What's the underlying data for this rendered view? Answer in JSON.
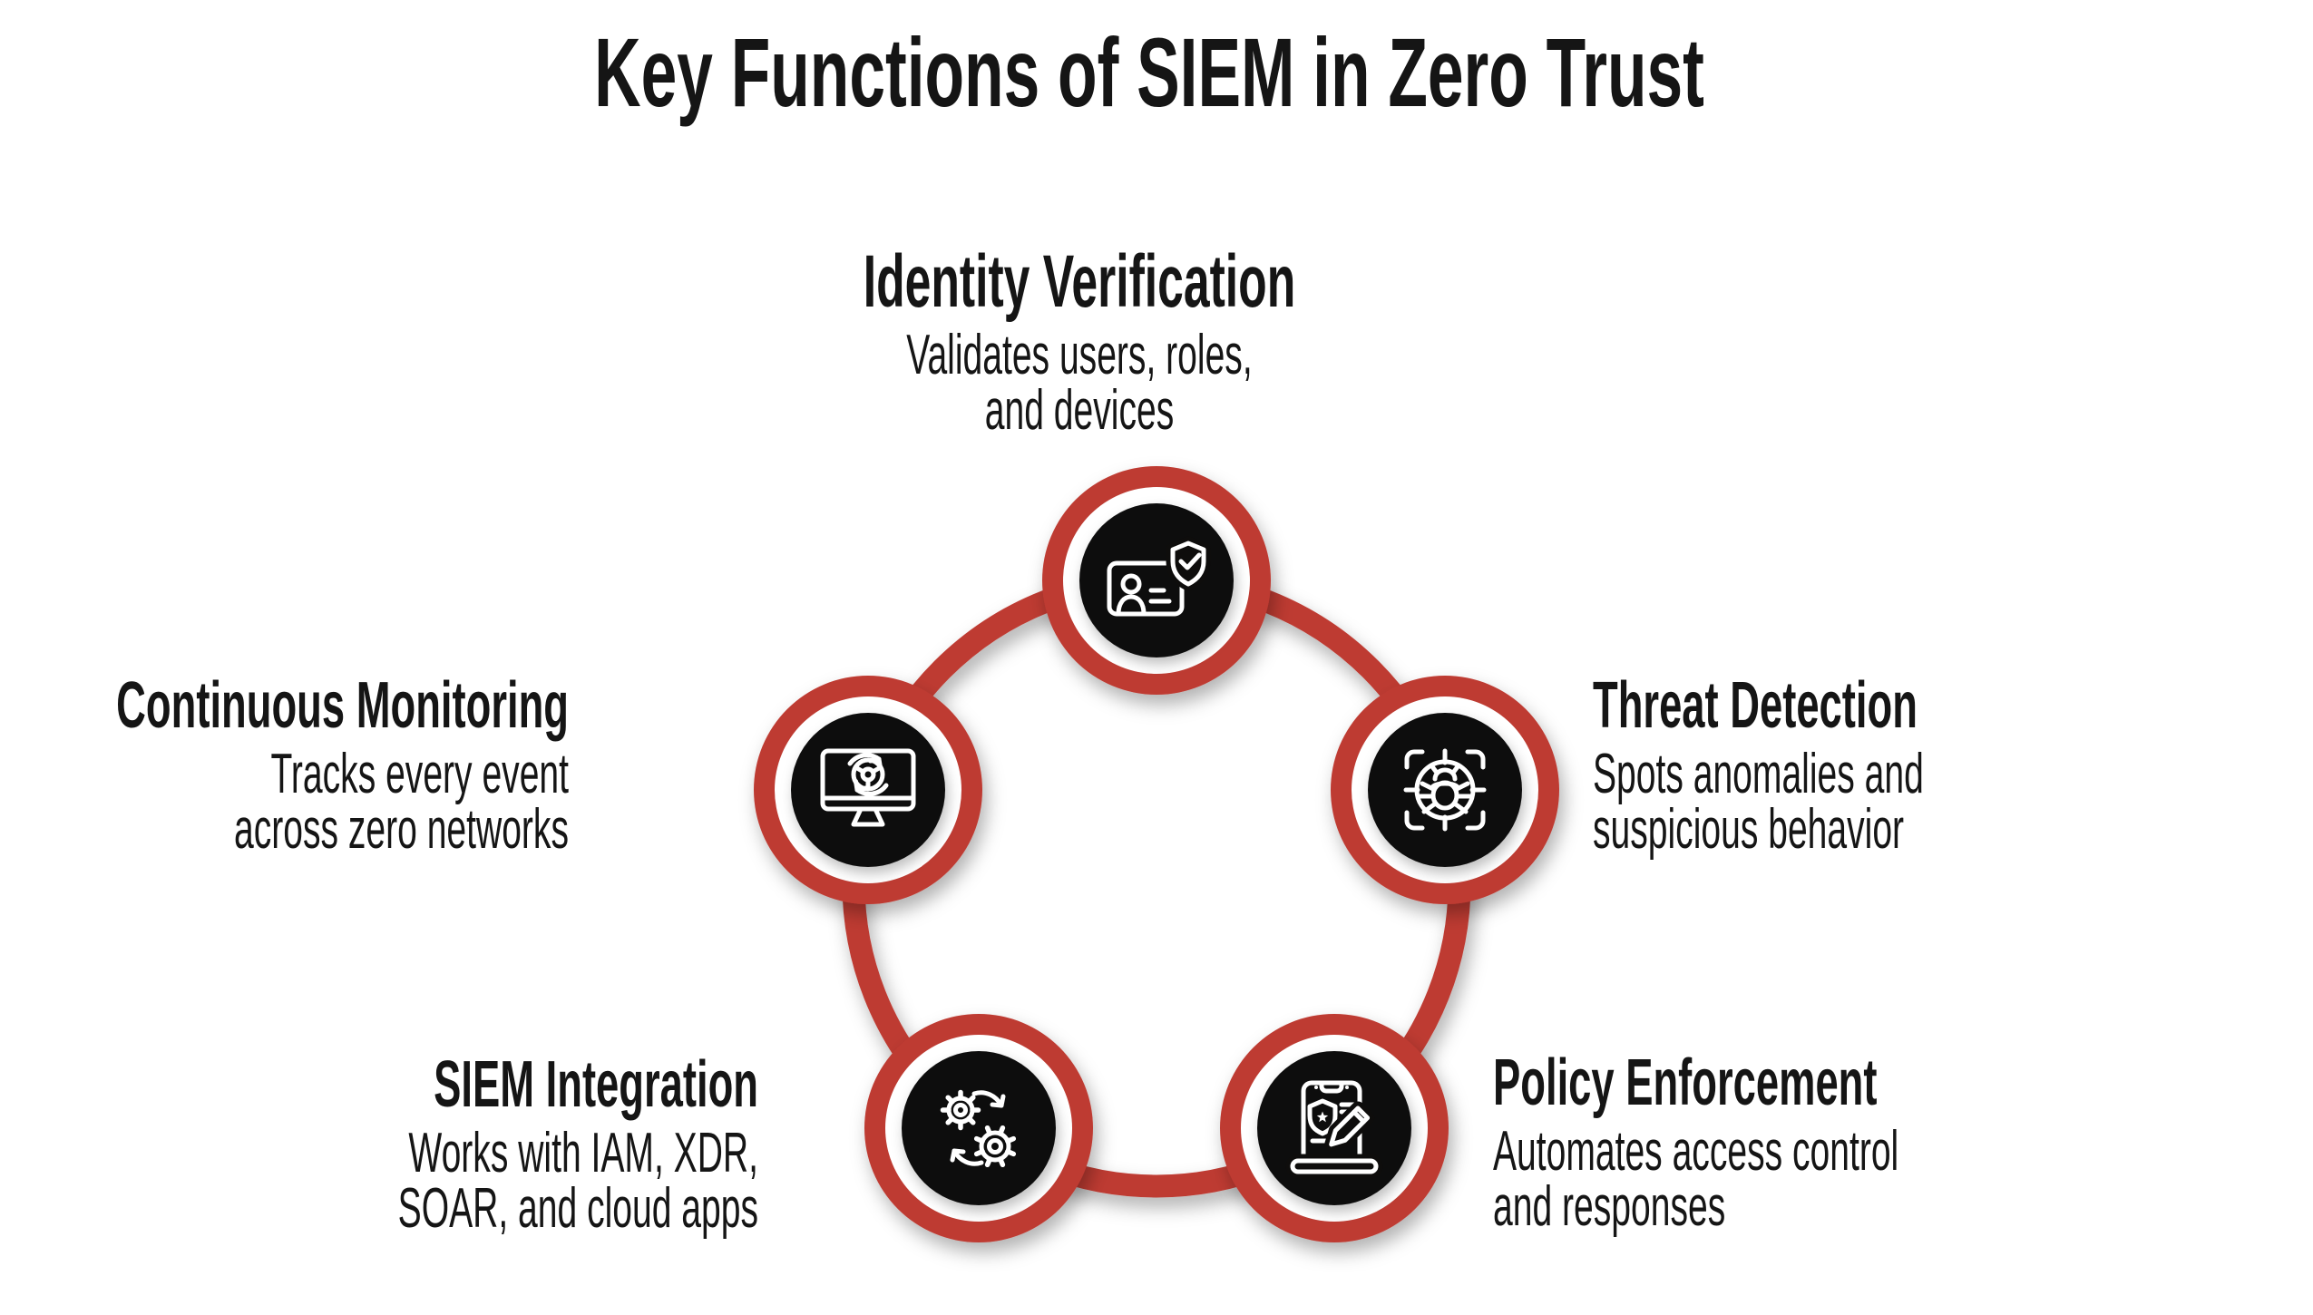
{
  "title": "Key Functions of SIEM in Zero Trust",
  "theme": {
    "accent_red": "#BE3B33",
    "node_black": "#0E0D0C",
    "text_black": "#151515",
    "background": "#FFFFFF"
  },
  "nodes": [
    {
      "id": "identity-verification",
      "position": "top",
      "label": "Identity Verification",
      "desc_lines": [
        "Validates users, roles,",
        "and devices"
      ],
      "icon": "id-card-shield-check-icon"
    },
    {
      "id": "threat-detection",
      "position": "right",
      "label": "Threat Detection",
      "desc_lines": [
        "Spots anomalies and",
        "suspicious behavior"
      ],
      "icon": "bug-scan-target-icon"
    },
    {
      "id": "policy-enforcement",
      "position": "bottom-right",
      "label": "Policy Enforcement",
      "desc_lines": [
        "Automates access control",
        "and responses"
      ],
      "icon": "policy-tablet-badge-pencil-icon"
    },
    {
      "id": "siem-integration",
      "position": "bottom-left",
      "label": "SIEM Integration",
      "desc_lines": [
        "Works with IAM, XDR,",
        "SOAR, and cloud apps"
      ],
      "icon": "gears-sync-icon"
    },
    {
      "id": "continuous-monitoring",
      "position": "left",
      "label": "Continuous Monitoring",
      "desc_lines": [
        "Tracks every event",
        "across zero networks"
      ],
      "icon": "monitor-target-sync-icon"
    }
  ]
}
